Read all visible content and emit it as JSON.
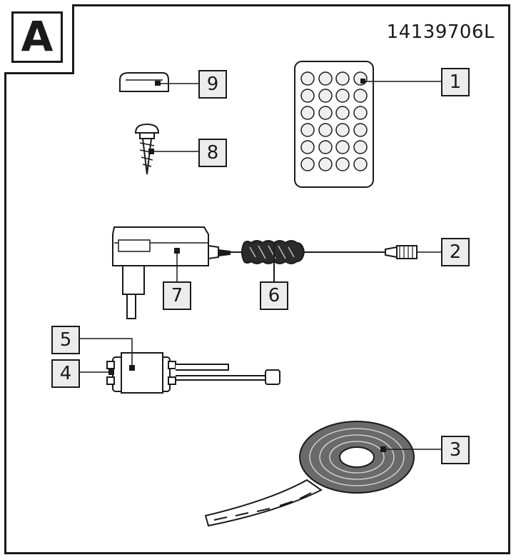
{
  "figure": {
    "panel_label": "A",
    "model_number": "14139706L"
  },
  "parts": [
    {
      "number": "1",
      "name": "remote-control"
    },
    {
      "number": "2",
      "name": "usb-connector"
    },
    {
      "number": "3",
      "name": "led-strip"
    },
    {
      "number": "4",
      "name": "controller-box"
    },
    {
      "number": "5",
      "name": "controller-receiver"
    },
    {
      "number": "6",
      "name": "cable-tie"
    },
    {
      "number": "7",
      "name": "power-adapter"
    },
    {
      "number": "8",
      "name": "screw"
    },
    {
      "number": "9",
      "name": "mounting-clip"
    }
  ]
}
